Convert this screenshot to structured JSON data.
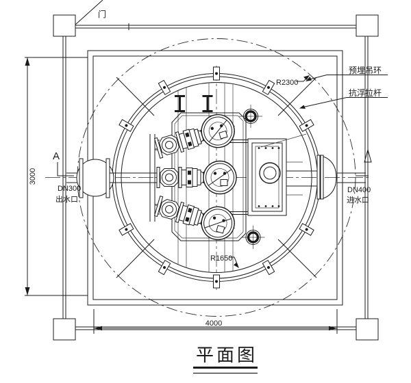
{
  "drawing": {
    "title": "平面图",
    "type_note": "plan view engineering drawing of circular pump station"
  },
  "labels": {
    "door": "门",
    "lifting_ring": "预埋吊环",
    "tie_rod": "抗浮拉杆",
    "radius_outer": "R2300",
    "radius_inner": "R1650",
    "outlet_dn": "DN300",
    "outlet_name": "出水口",
    "inlet_dn": "DN400",
    "inlet_name": "进水口",
    "section_left": "A",
    "section_right": "A"
  },
  "dimensions": {
    "horizontal": "4000",
    "vertical": "3000"
  },
  "colors": {
    "line": "#1b1b1b",
    "background": "#ffffff"
  }
}
